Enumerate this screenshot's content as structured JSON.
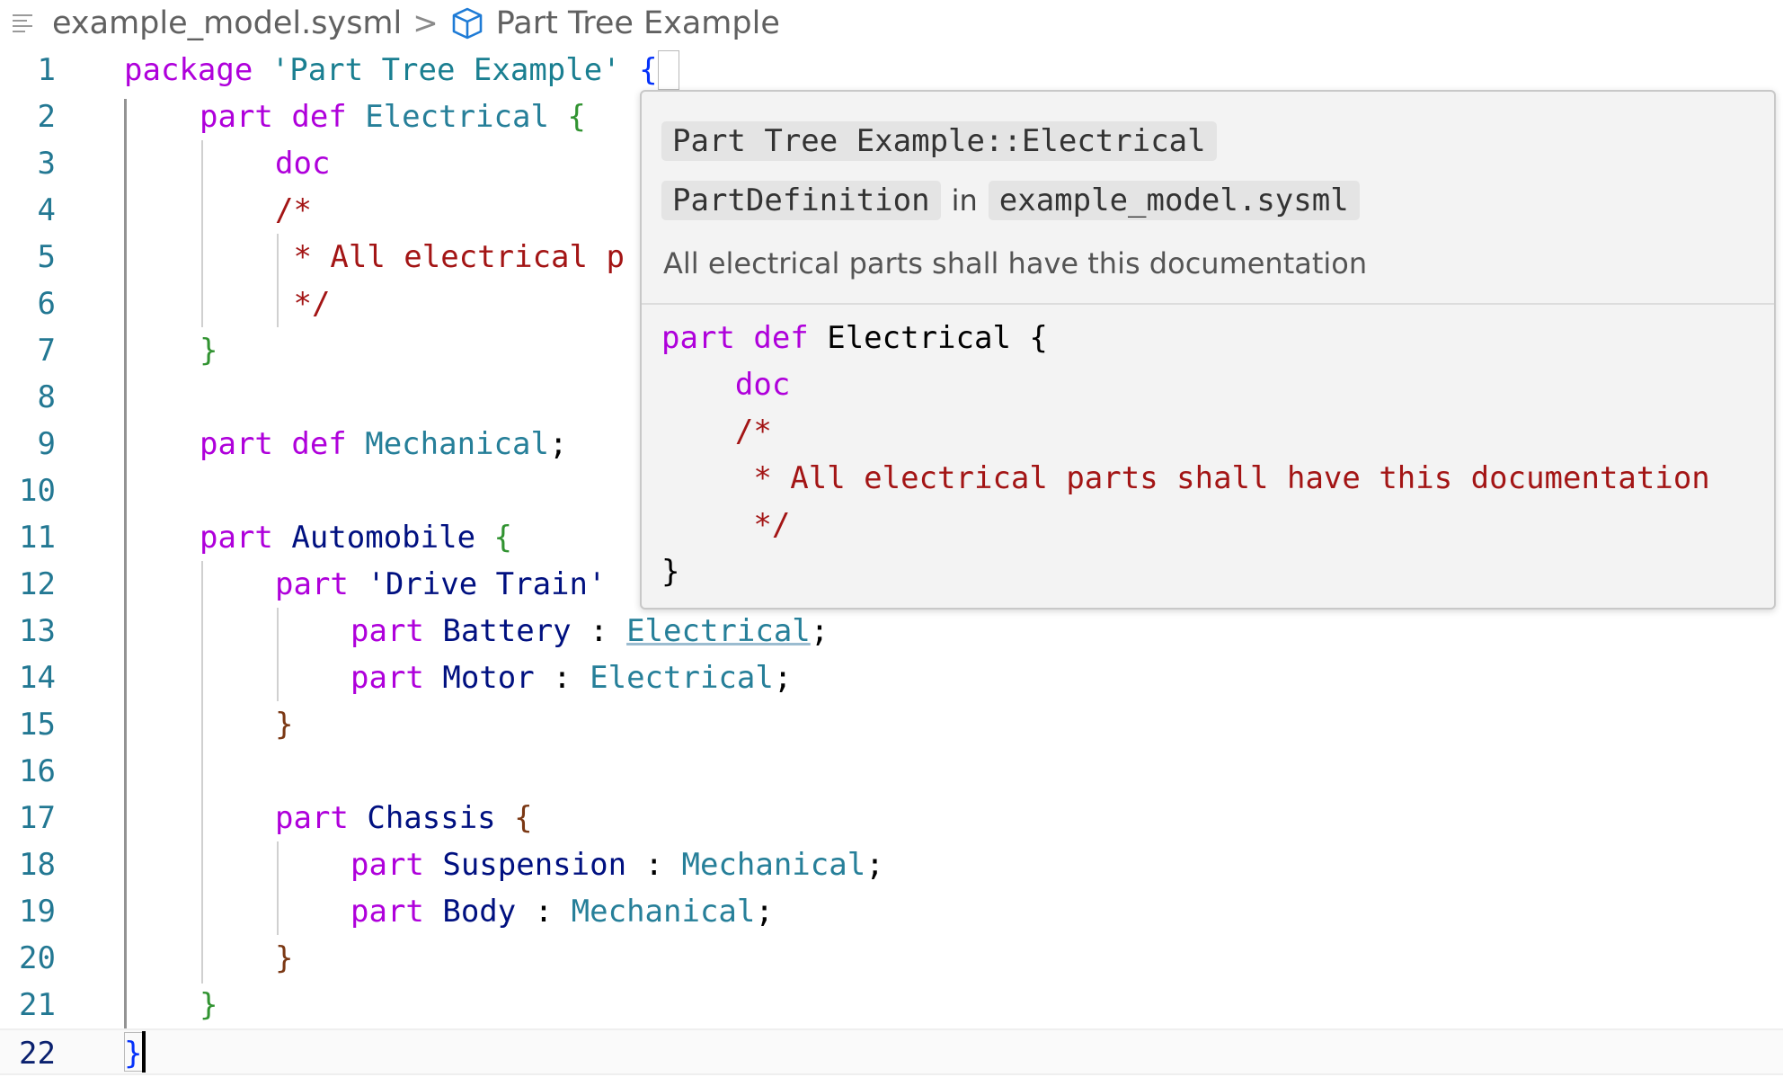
{
  "breadcrumb": {
    "file": "example_model.sysml",
    "separator": ">",
    "symbol": "Part Tree Example",
    "icons": [
      "lines-icon",
      "cube-icon"
    ]
  },
  "editor": {
    "active_line": 22,
    "lines": [
      {
        "n": "1",
        "tokens": [
          [
            "kw",
            "package "
          ],
          [
            "str",
            "'Part Tree Example' "
          ],
          [
            "b1",
            "{"
          ]
        ]
      },
      {
        "n": "2",
        "tokens": [
          [
            "kw",
            "part def "
          ],
          [
            "def",
            "Electrical "
          ],
          [
            "b2",
            "{"
          ]
        ]
      },
      {
        "n": "3",
        "tokens": [
          [
            "kw",
            "doc"
          ]
        ]
      },
      {
        "n": "4",
        "tokens": [
          [
            "cmt",
            "/*"
          ]
        ]
      },
      {
        "n": "5",
        "tokens": [
          [
            "cmt",
            " * All electrical p"
          ]
        ]
      },
      {
        "n": "6",
        "tokens": [
          [
            "cmt",
            " */"
          ]
        ]
      },
      {
        "n": "7",
        "tokens": [
          [
            "b2",
            "}"
          ]
        ]
      },
      {
        "n": "8",
        "tokens": []
      },
      {
        "n": "9",
        "tokens": [
          [
            "kw",
            "part def "
          ],
          [
            "def",
            "Mechanical"
          ],
          [
            "pun",
            ";"
          ]
        ]
      },
      {
        "n": "10",
        "tokens": []
      },
      {
        "n": "11",
        "tokens": [
          [
            "kw",
            "part "
          ],
          [
            "name",
            "Automobile "
          ],
          [
            "b2",
            "{"
          ]
        ]
      },
      {
        "n": "12",
        "tokens": [
          [
            "kw",
            "part "
          ],
          [
            "name",
            "'Drive Train'"
          ]
        ]
      },
      {
        "n": "13",
        "tokens": [
          [
            "kw",
            "part "
          ],
          [
            "name",
            "Battery "
          ],
          [
            "pun",
            ": "
          ],
          [
            "def ul",
            "Electrical"
          ],
          [
            "pun",
            ";"
          ]
        ]
      },
      {
        "n": "14",
        "tokens": [
          [
            "kw",
            "part "
          ],
          [
            "name",
            "Motor "
          ],
          [
            "pun",
            ": "
          ],
          [
            "def",
            "Electrical"
          ],
          [
            "pun",
            ";"
          ]
        ]
      },
      {
        "n": "15",
        "tokens": [
          [
            "b3",
            "}"
          ]
        ]
      },
      {
        "n": "16",
        "tokens": []
      },
      {
        "n": "17",
        "tokens": [
          [
            "kw",
            "part "
          ],
          [
            "name",
            "Chassis "
          ],
          [
            "b3",
            "{"
          ]
        ]
      },
      {
        "n": "18",
        "tokens": [
          [
            "kw",
            "part "
          ],
          [
            "name",
            "Suspension "
          ],
          [
            "pun",
            ": "
          ],
          [
            "def",
            "Mechanical"
          ],
          [
            "pun",
            ";"
          ]
        ]
      },
      {
        "n": "19",
        "tokens": [
          [
            "kw",
            "part "
          ],
          [
            "name",
            "Body "
          ],
          [
            "pun",
            ": "
          ],
          [
            "def",
            "Mechanical"
          ],
          [
            "pun",
            ";"
          ]
        ]
      },
      {
        "n": "20",
        "tokens": [
          [
            "b3",
            "}"
          ]
        ]
      },
      {
        "n": "21",
        "tokens": [
          [
            "b2",
            "}"
          ]
        ]
      },
      {
        "n": "22",
        "tokens": [
          [
            "b1",
            "}"
          ]
        ]
      }
    ]
  },
  "hover": {
    "qualified_name": "Part Tree Example::Electrical",
    "kind": "PartDefinition",
    "in_word": "in",
    "file": "example_model.sysml",
    "documentation": "All electrical parts shall have this documentation",
    "code_lines": [
      [
        [
          "kw",
          "part def "
        ],
        [
          "pun",
          "Electrical {"
        ]
      ],
      [
        [
          "kw",
          "    doc"
        ]
      ],
      [
        [
          "cmt",
          "    /*"
        ]
      ],
      [
        [
          "cmt",
          "     * All electrical parts shall have this documentation"
        ]
      ],
      [
        [
          "cmt",
          "     */"
        ]
      ],
      [
        [
          "pun",
          "}"
        ]
      ]
    ]
  }
}
